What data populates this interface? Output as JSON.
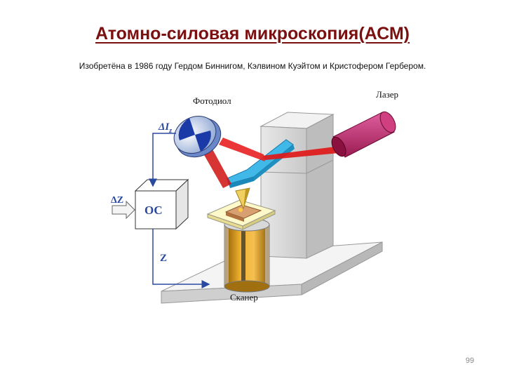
{
  "slide": {
    "title": "Атомно-силовая микроскопия(АСМ)",
    "subtitle": "Изобретёна в 1986 году Гердом Биннигом, Кэлвином Куэйтом и Кристофером Гербером.",
    "page_number": "99"
  },
  "diagram": {
    "labels": {
      "photodiode": "Фотодиол",
      "laser": "Лазер",
      "delta_i": "ΔI",
      "delta_i_sub": "z",
      "feedback": "ОС",
      "delta_z": "ΔZ",
      "z": "Z",
      "scanner": "Сканер"
    },
    "colors": {
      "title": "#7a1010",
      "laser_body": "#c2306e",
      "laser_beam": "#e01818",
      "cantilever": "#29a8d8",
      "scanner_core": "#c98a10",
      "wire": "#2a4aa0"
    }
  }
}
